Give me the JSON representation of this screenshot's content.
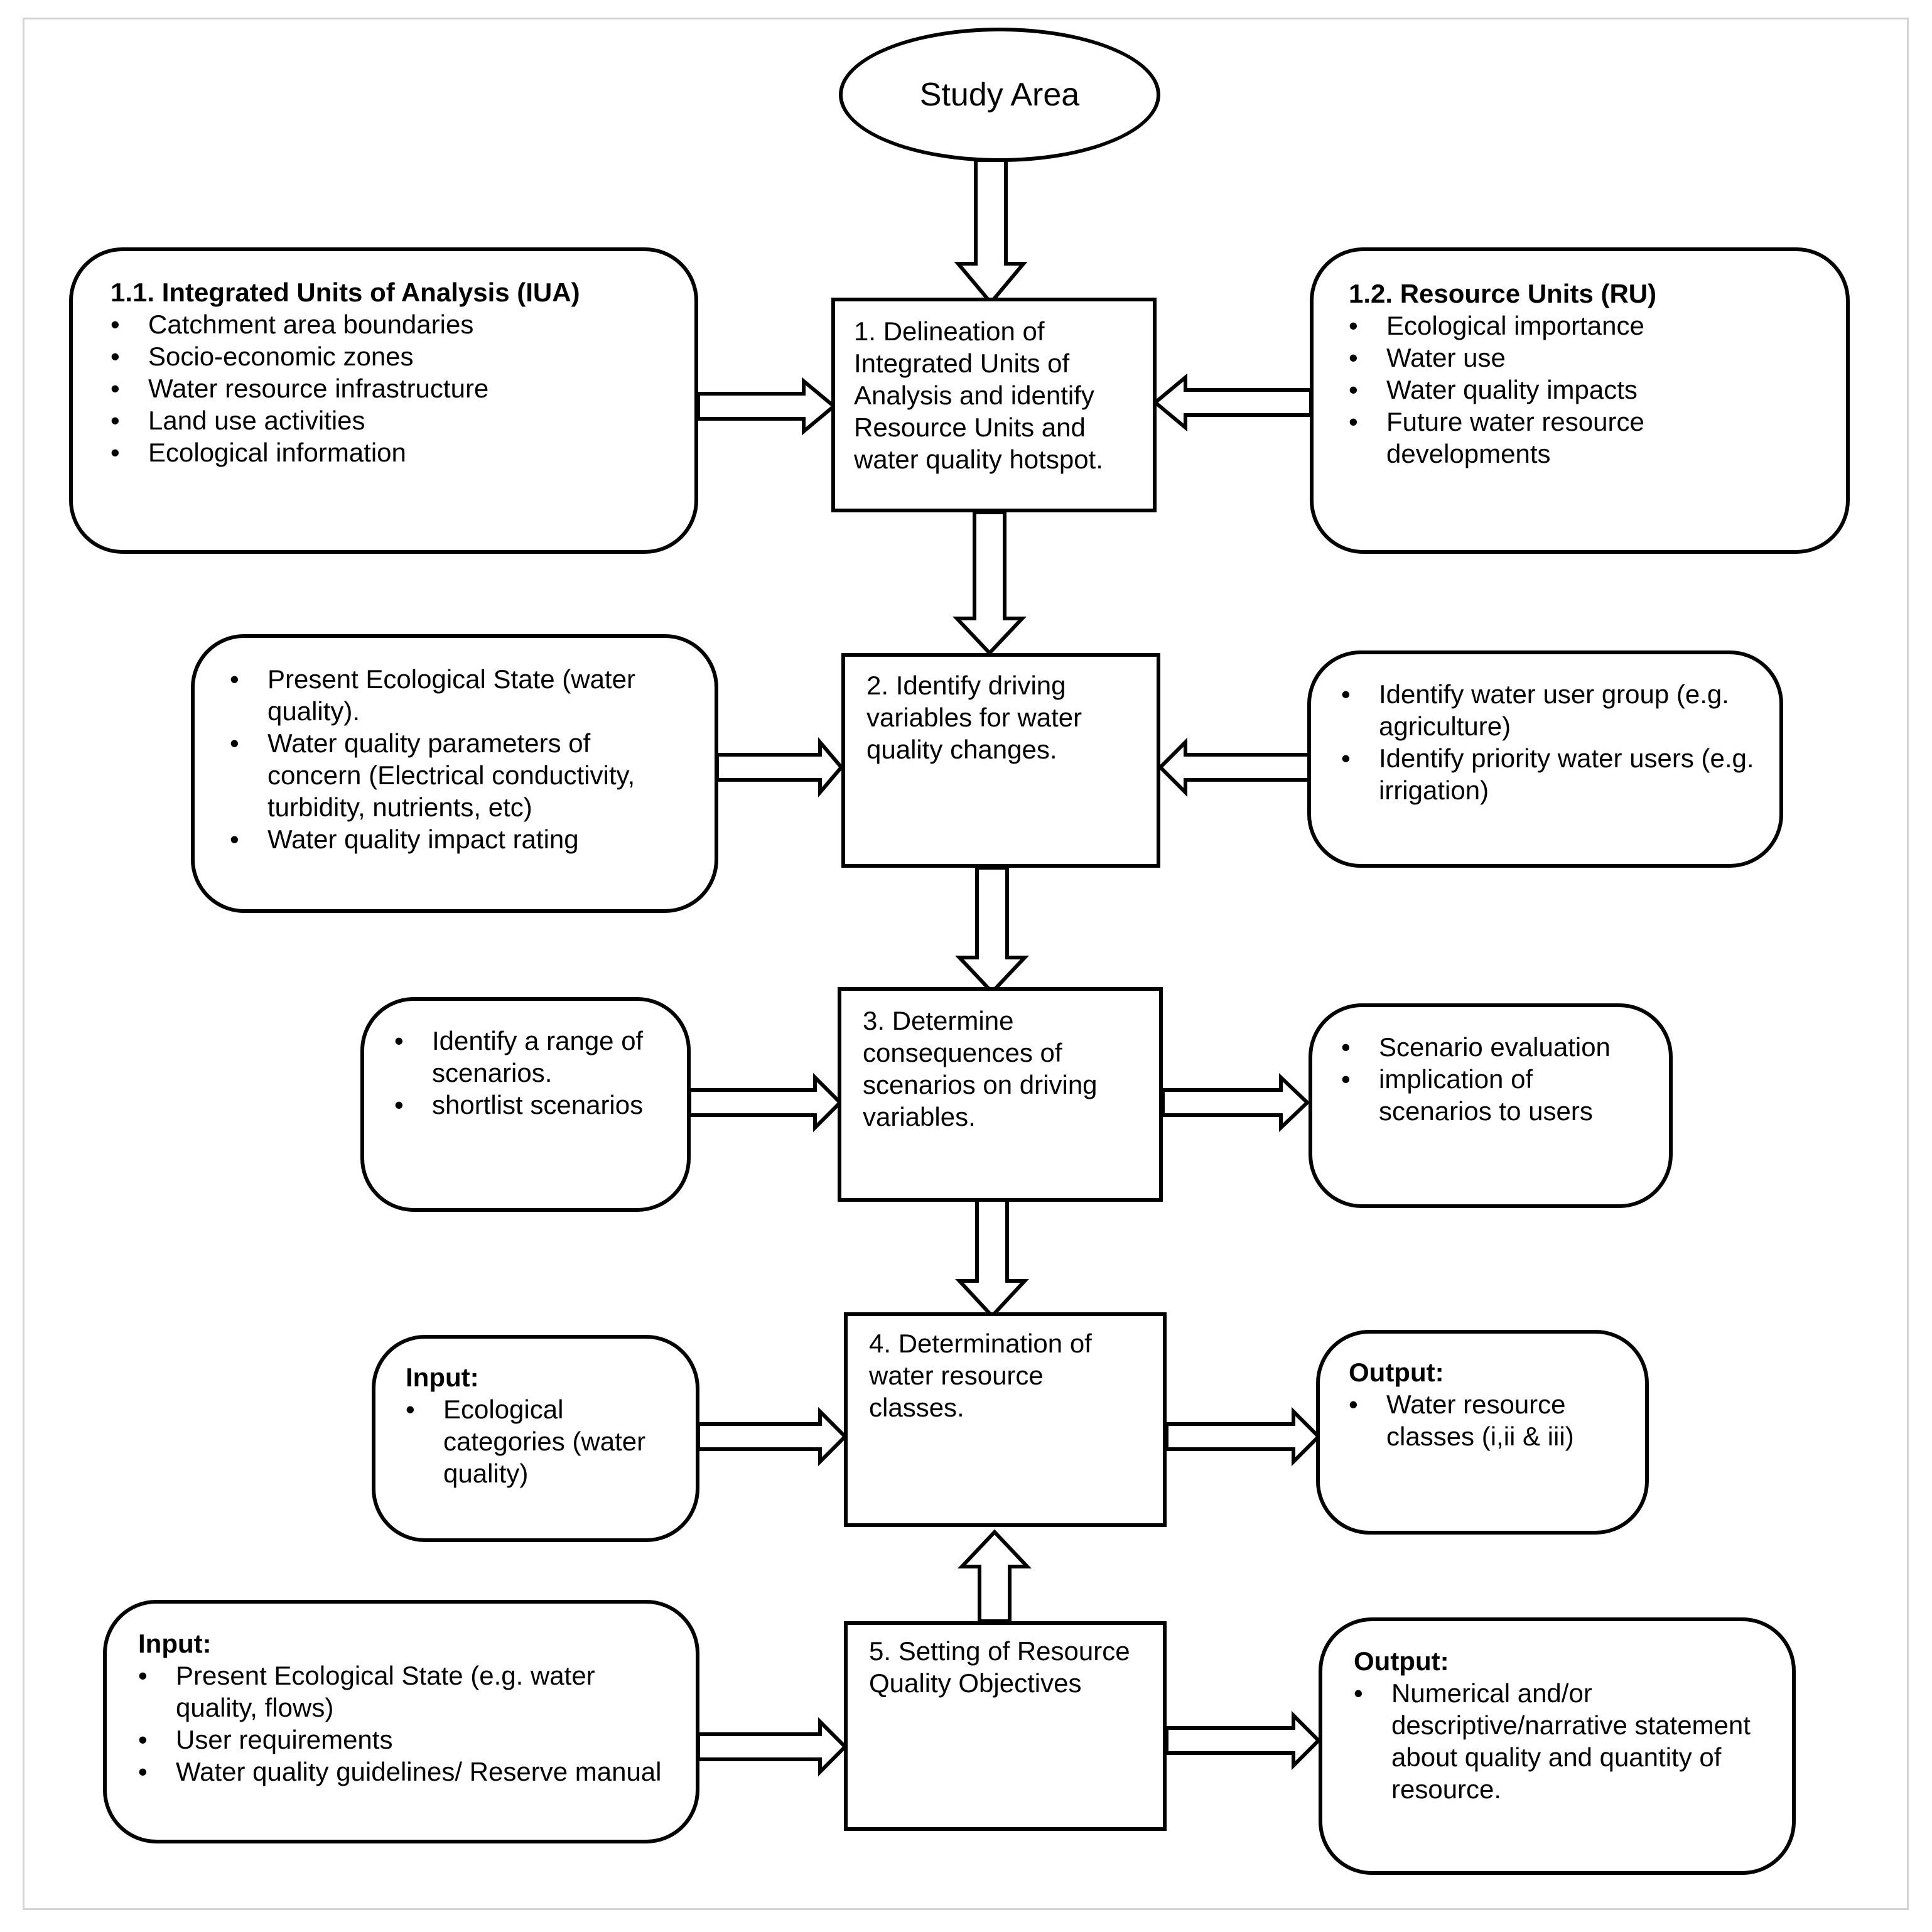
{
  "start": {
    "label": "Study Area"
  },
  "steps": [
    {
      "label": "1. Delineation of Integrated Units of Analysis and identify Resource Units and water quality hotspot."
    },
    {
      "label": "2. Identify driving variables for water quality changes."
    },
    {
      "label": "3. Determine consequences of scenarios on driving variables."
    },
    {
      "label": "4. Determination of water resource classes."
    },
    {
      "label": "5. Setting of Resource Quality Objectives"
    }
  ],
  "boxes": {
    "iua": {
      "heading": "1.1. Integrated Units of Analysis (IUA)",
      "items": [
        "Catchment area boundaries",
        "Socio-economic zones",
        "Water resource infrastructure",
        "Land use activities",
        "Ecological information"
      ]
    },
    "ru": {
      "heading": "1.2. Resource Units (RU)",
      "items": [
        "Ecological importance",
        "Water use",
        "Water quality impacts",
        "Future water resource developments"
      ]
    },
    "step2_left": {
      "items": [
        "Present Ecological State (water quality).",
        "Water quality parameters of concern (Electrical conductivity, turbidity, nutrients, etc)",
        "Water quality impact rating"
      ]
    },
    "step2_right": {
      "items": [
        "Identify water user group (e.g. agriculture)",
        "Identify priority water users (e.g. irrigation)"
      ]
    },
    "step3_left": {
      "items": [
        "Identify a range of scenarios.",
        "shortlist scenarios"
      ]
    },
    "step3_right": {
      "items": [
        "Scenario evaluation",
        "implication of scenarios to users"
      ]
    },
    "step4_input": {
      "heading": "Input:",
      "items": [
        "Ecological categories (water quality)"
      ]
    },
    "step4_output": {
      "heading": "Output:",
      "items": [
        "Water resource classes (i,ii & iii)"
      ]
    },
    "step5_input": {
      "heading": "Input:",
      "items": [
        "Present Ecological State (e.g. water quality, flows)",
        "User requirements",
        "Water quality guidelines/ Reserve manual"
      ]
    },
    "step5_output": {
      "heading": "Output:",
      "items": [
        "Numerical and/or descriptive/narrative statement about quality and quantity of resource."
      ]
    }
  }
}
